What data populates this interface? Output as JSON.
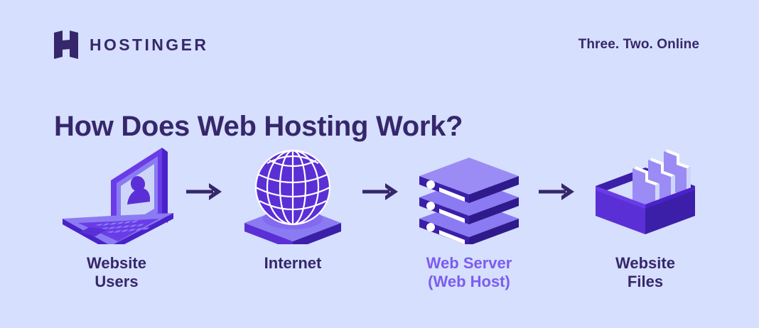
{
  "background_color": "#d6dffd",
  "brand": {
    "logo_icon": "hostinger-h-logo-icon",
    "name": "HOSTINGER",
    "color": "#36276b"
  },
  "tagline": "Three. Two. Online",
  "title": "How Does Web Hosting Work?",
  "colors": {
    "dark_purple": "#36276b",
    "accent_violet": "#7b5cf0",
    "mid_violet": "#5b2fd6",
    "light_violet": "#8b7bf2",
    "deep_indigo": "#3b1fa8",
    "white": "#ffffff"
  },
  "flow": {
    "steps": [
      {
        "id": "website-users",
        "icon": "laptop-user-icon",
        "label": "Website\nUsers",
        "highlighted": false
      },
      {
        "id": "internet",
        "icon": "globe-icon",
        "label": "Internet",
        "highlighted": false
      },
      {
        "id": "web-server",
        "icon": "server-stack-icon",
        "label": "Web Server\n(Web Host)",
        "highlighted": true
      },
      {
        "id": "website-files",
        "icon": "file-box-icon",
        "label": "Website\nFiles",
        "highlighted": false
      }
    ],
    "arrows": [
      {
        "id": "arrow-users-to-internet",
        "icon": "arrow-right-icon"
      },
      {
        "id": "arrow-internet-to-server",
        "icon": "arrow-right-icon"
      },
      {
        "id": "arrow-server-to-files",
        "icon": "arrow-right-icon"
      }
    ]
  }
}
